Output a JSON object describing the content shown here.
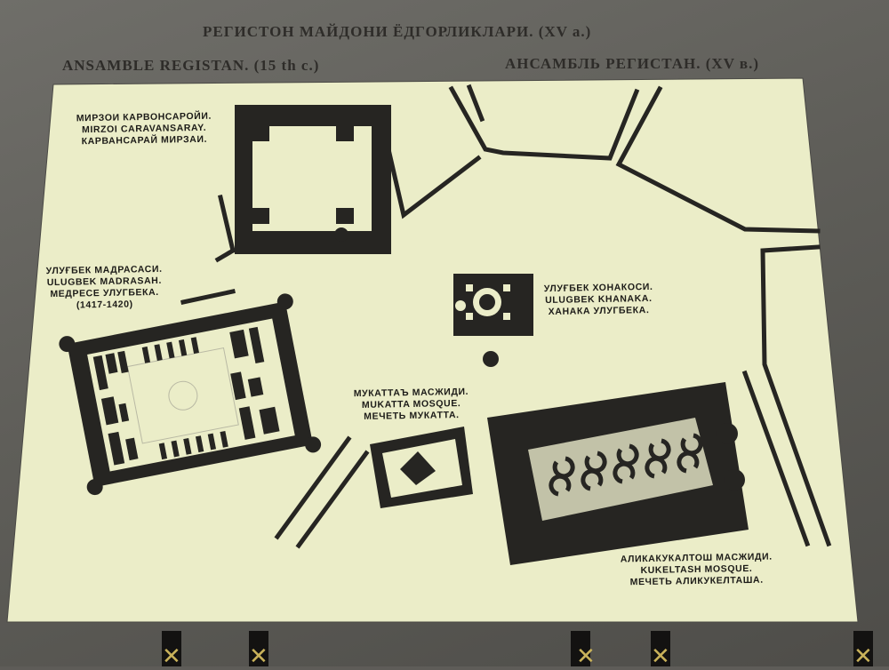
{
  "header": {
    "title_uz": "РЕГИСТОН МАЙДОНИ ЁДГОРЛИКЛАРИ. (XV а.)",
    "title_en": "ANSAMBLE  REGISTAN. (15 th c.)",
    "title_ru": "АНСАМБЛЬ  РЕГИСТАН. (XV в.)"
  },
  "labels": {
    "caravansaray": [
      "МИРЗОИ КАРВОНСАРОЙИ.",
      "MIRZOI CARAVANSARAY.",
      "КАРВАНСАРАЙ МИРЗАИ."
    ],
    "madrasah": [
      "УЛУҒБЕК МАДРАСАСИ.",
      "ULUGBEK MADRASAH.",
      "МЕДРЕСЕ УЛУГБЕКА.",
      "(1417-1420)"
    ],
    "khanaka": [
      "УЛУҒБЕК ХОНАКОСИ.",
      "ULUGBEK KHANAKA.",
      "ХАНАКА УЛУГБЕКА."
    ],
    "mukatta": [
      "МУКАТТАЪ МАСЖИДИ.",
      "MUKATTA MOSQUE.",
      "МЕЧЕТЬ МУКАТТА."
    ],
    "kukeltash": [
      "АЛИКАКУКАЛТОШ МАСЖИДИ.",
      "KUKELTASH MOSQUE.",
      "МЕЧЕТЬ АЛИКУКЕЛТАША."
    ]
  },
  "colors": {
    "paper": "#ebedc8",
    "ink": "#262522",
    "grey-fill": "#c2c2a8"
  }
}
